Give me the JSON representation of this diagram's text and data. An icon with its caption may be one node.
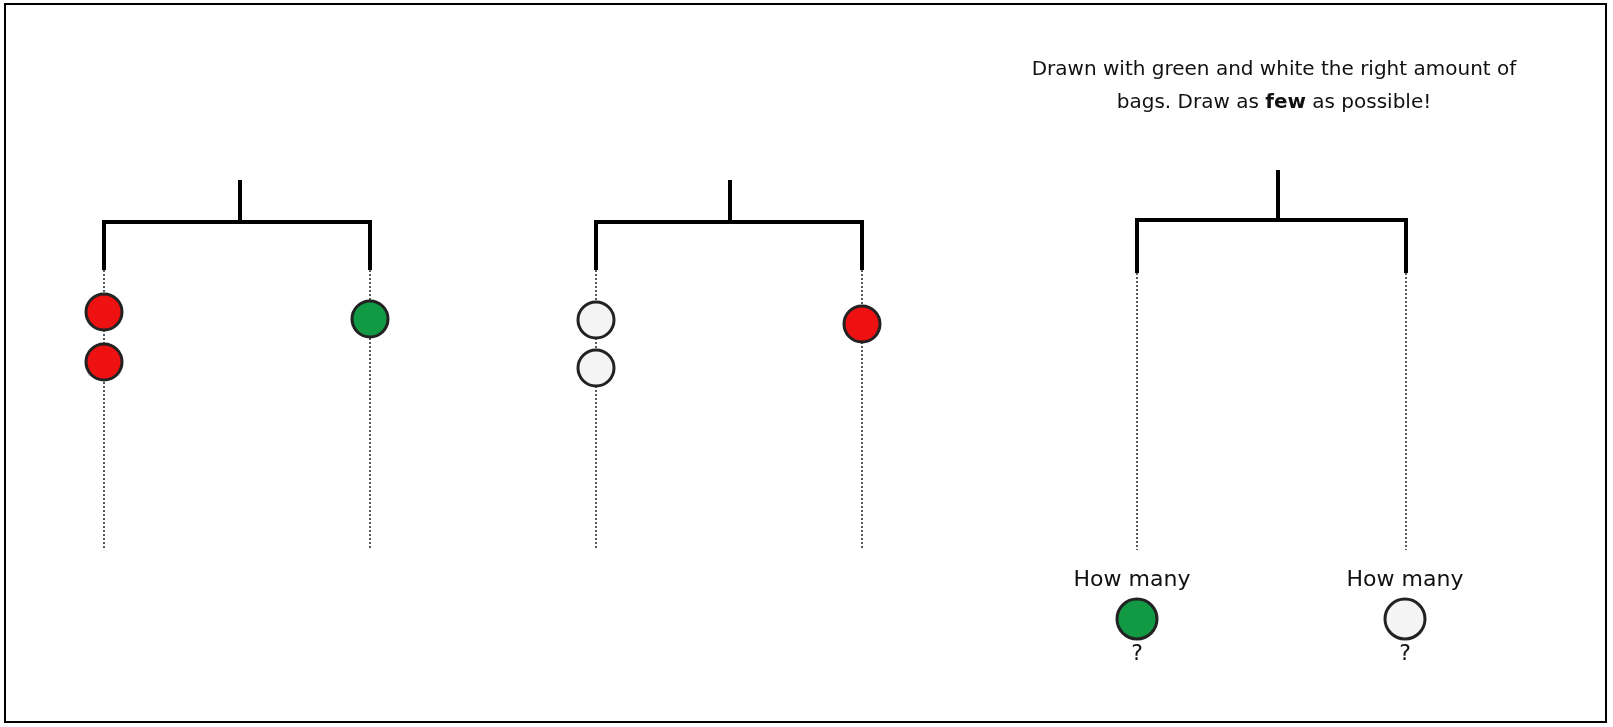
{
  "diagram": {
    "title": "Drawn with green and white the right amount of bags. Draw as **few** as possible!",
    "labels": [
      "How many",
      "?",
      "How many",
      "?"
    ]
  }
}
